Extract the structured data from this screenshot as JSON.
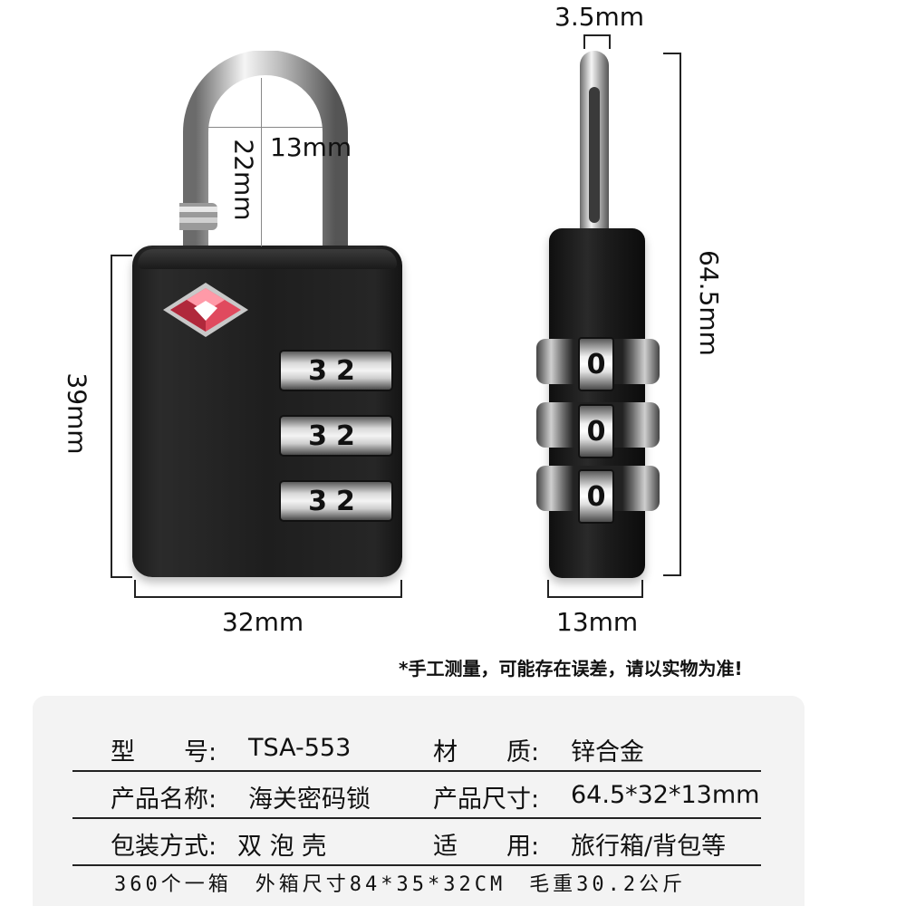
{
  "dimensions": {
    "shackle_thickness": "3.5mm",
    "height_total": "64.5mm",
    "shackle_inner_width": "13mm",
    "shackle_clearance": "22mm",
    "body_height": "39mm",
    "body_width": "32mm",
    "body_depth": "13mm"
  },
  "dials": {
    "front": [
      "32",
      "32",
      "32"
    ],
    "side": [
      "0",
      "0",
      "0"
    ]
  },
  "note": "*手工测量，可能存在误差，请以实物为准!",
  "specs": {
    "model_label": "型　　号:",
    "model_value": "TSA-553",
    "material_label": "材　　质:",
    "material_value": "锌合金",
    "name_label": "产品名称:",
    "name_value": "海关密码锁",
    "size_label": "产品尺寸:",
    "size_value": "64.5*32*13mm",
    "package_label": "包装方式:",
    "package_value": "双 泡 壳",
    "use_label": "适　　用:",
    "use_value": "旅行箱/背包等"
  },
  "footer": "360个一箱　外箱尺寸84*35*32CM　毛重30.2公斤",
  "colors": {
    "lock_body": "#1e1e1e",
    "tsa_red": "#d23a4a",
    "panel_bg": "#f3f3f3"
  },
  "icons": [
    "tsa-diamond-logo"
  ]
}
